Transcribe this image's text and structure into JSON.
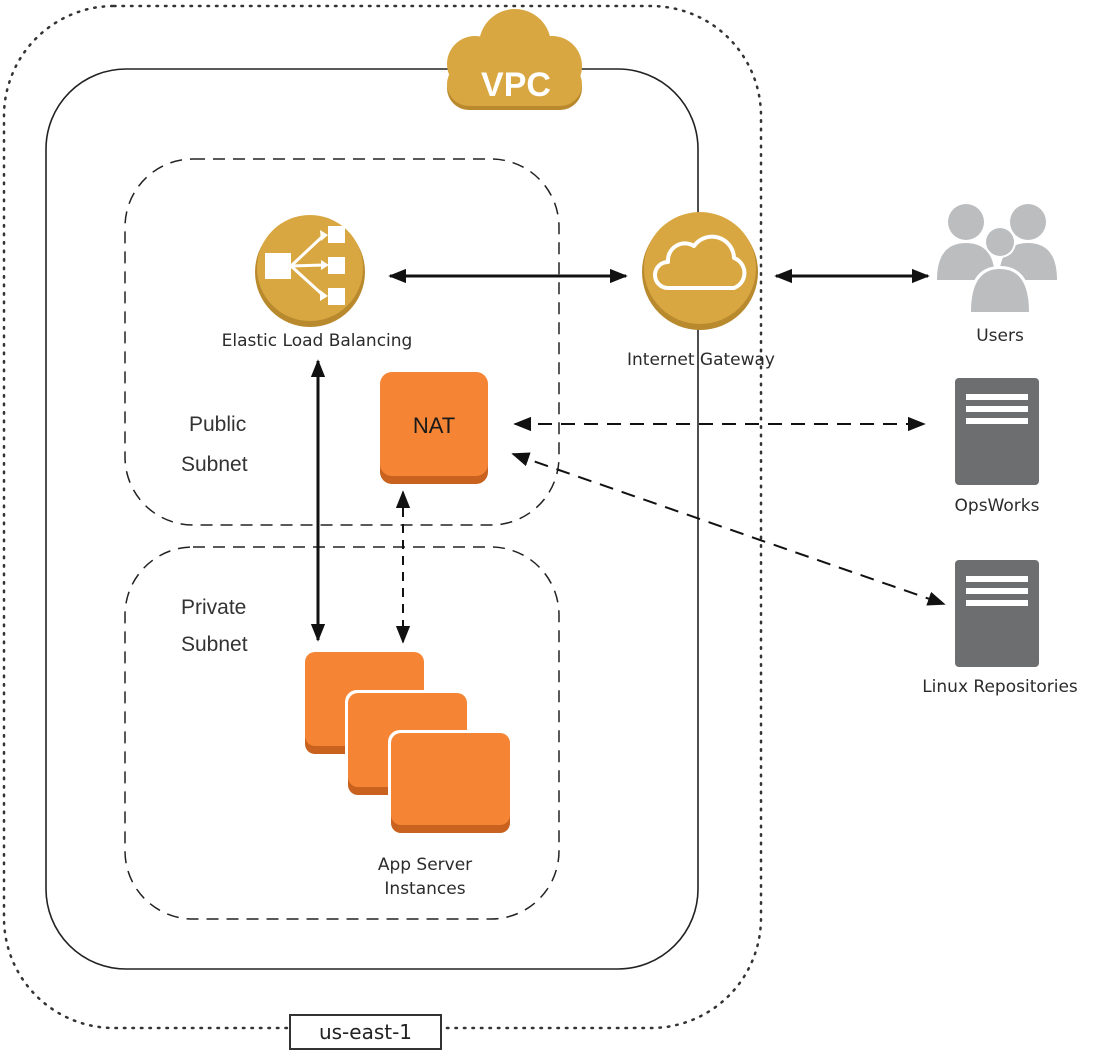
{
  "colors": {
    "aws_gold": "#D9A741",
    "aws_gold_dark": "#B98A2D",
    "ec2_orange": "#F58534",
    "ec2_orange_dark": "#C8621E",
    "server_gray": "#6D6E70",
    "user_gray": "#BCBDBF",
    "line": "#111111"
  },
  "region": {
    "label": "us-east-1"
  },
  "vpc": {
    "label": "VPC"
  },
  "subnets": {
    "public_line1": "Public",
    "public_line2": "Subnet",
    "private_line1": "Private",
    "private_line2": "Subnet"
  },
  "nodes": {
    "elb": {
      "label": "Elastic Load Balancing",
      "icon": "load-balancer-icon"
    },
    "igw": {
      "label": "Internet Gateway",
      "icon": "cloud-icon"
    },
    "users": {
      "label": "Users",
      "icon": "users-icon"
    },
    "nat": {
      "label": "NAT",
      "icon": "nat-instance-icon"
    },
    "opsworks": {
      "label": "OpsWorks",
      "icon": "server-icon"
    },
    "linux_repos": {
      "label": "Linux Repositories",
      "icon": "server-icon"
    },
    "app_servers": {
      "label_line1": "App Server",
      "label_line2": "Instances",
      "icon": "instances-icon"
    }
  },
  "connections": [
    {
      "from": "Elastic Load Balancing",
      "to": "Internet Gateway",
      "style": "solid",
      "direction": "both"
    },
    {
      "from": "Internet Gateway",
      "to": "Users",
      "style": "solid",
      "direction": "both"
    },
    {
      "from": "Elastic Load Balancing",
      "to": "App Server Instances",
      "style": "solid",
      "direction": "both"
    },
    {
      "from": "NAT",
      "to": "OpsWorks",
      "style": "dashed",
      "direction": "both"
    },
    {
      "from": "NAT",
      "to": "Linux Repositories",
      "style": "dashed",
      "direction": "both"
    },
    {
      "from": "NAT",
      "to": "App Server Instances",
      "style": "dashed",
      "direction": "both"
    }
  ]
}
